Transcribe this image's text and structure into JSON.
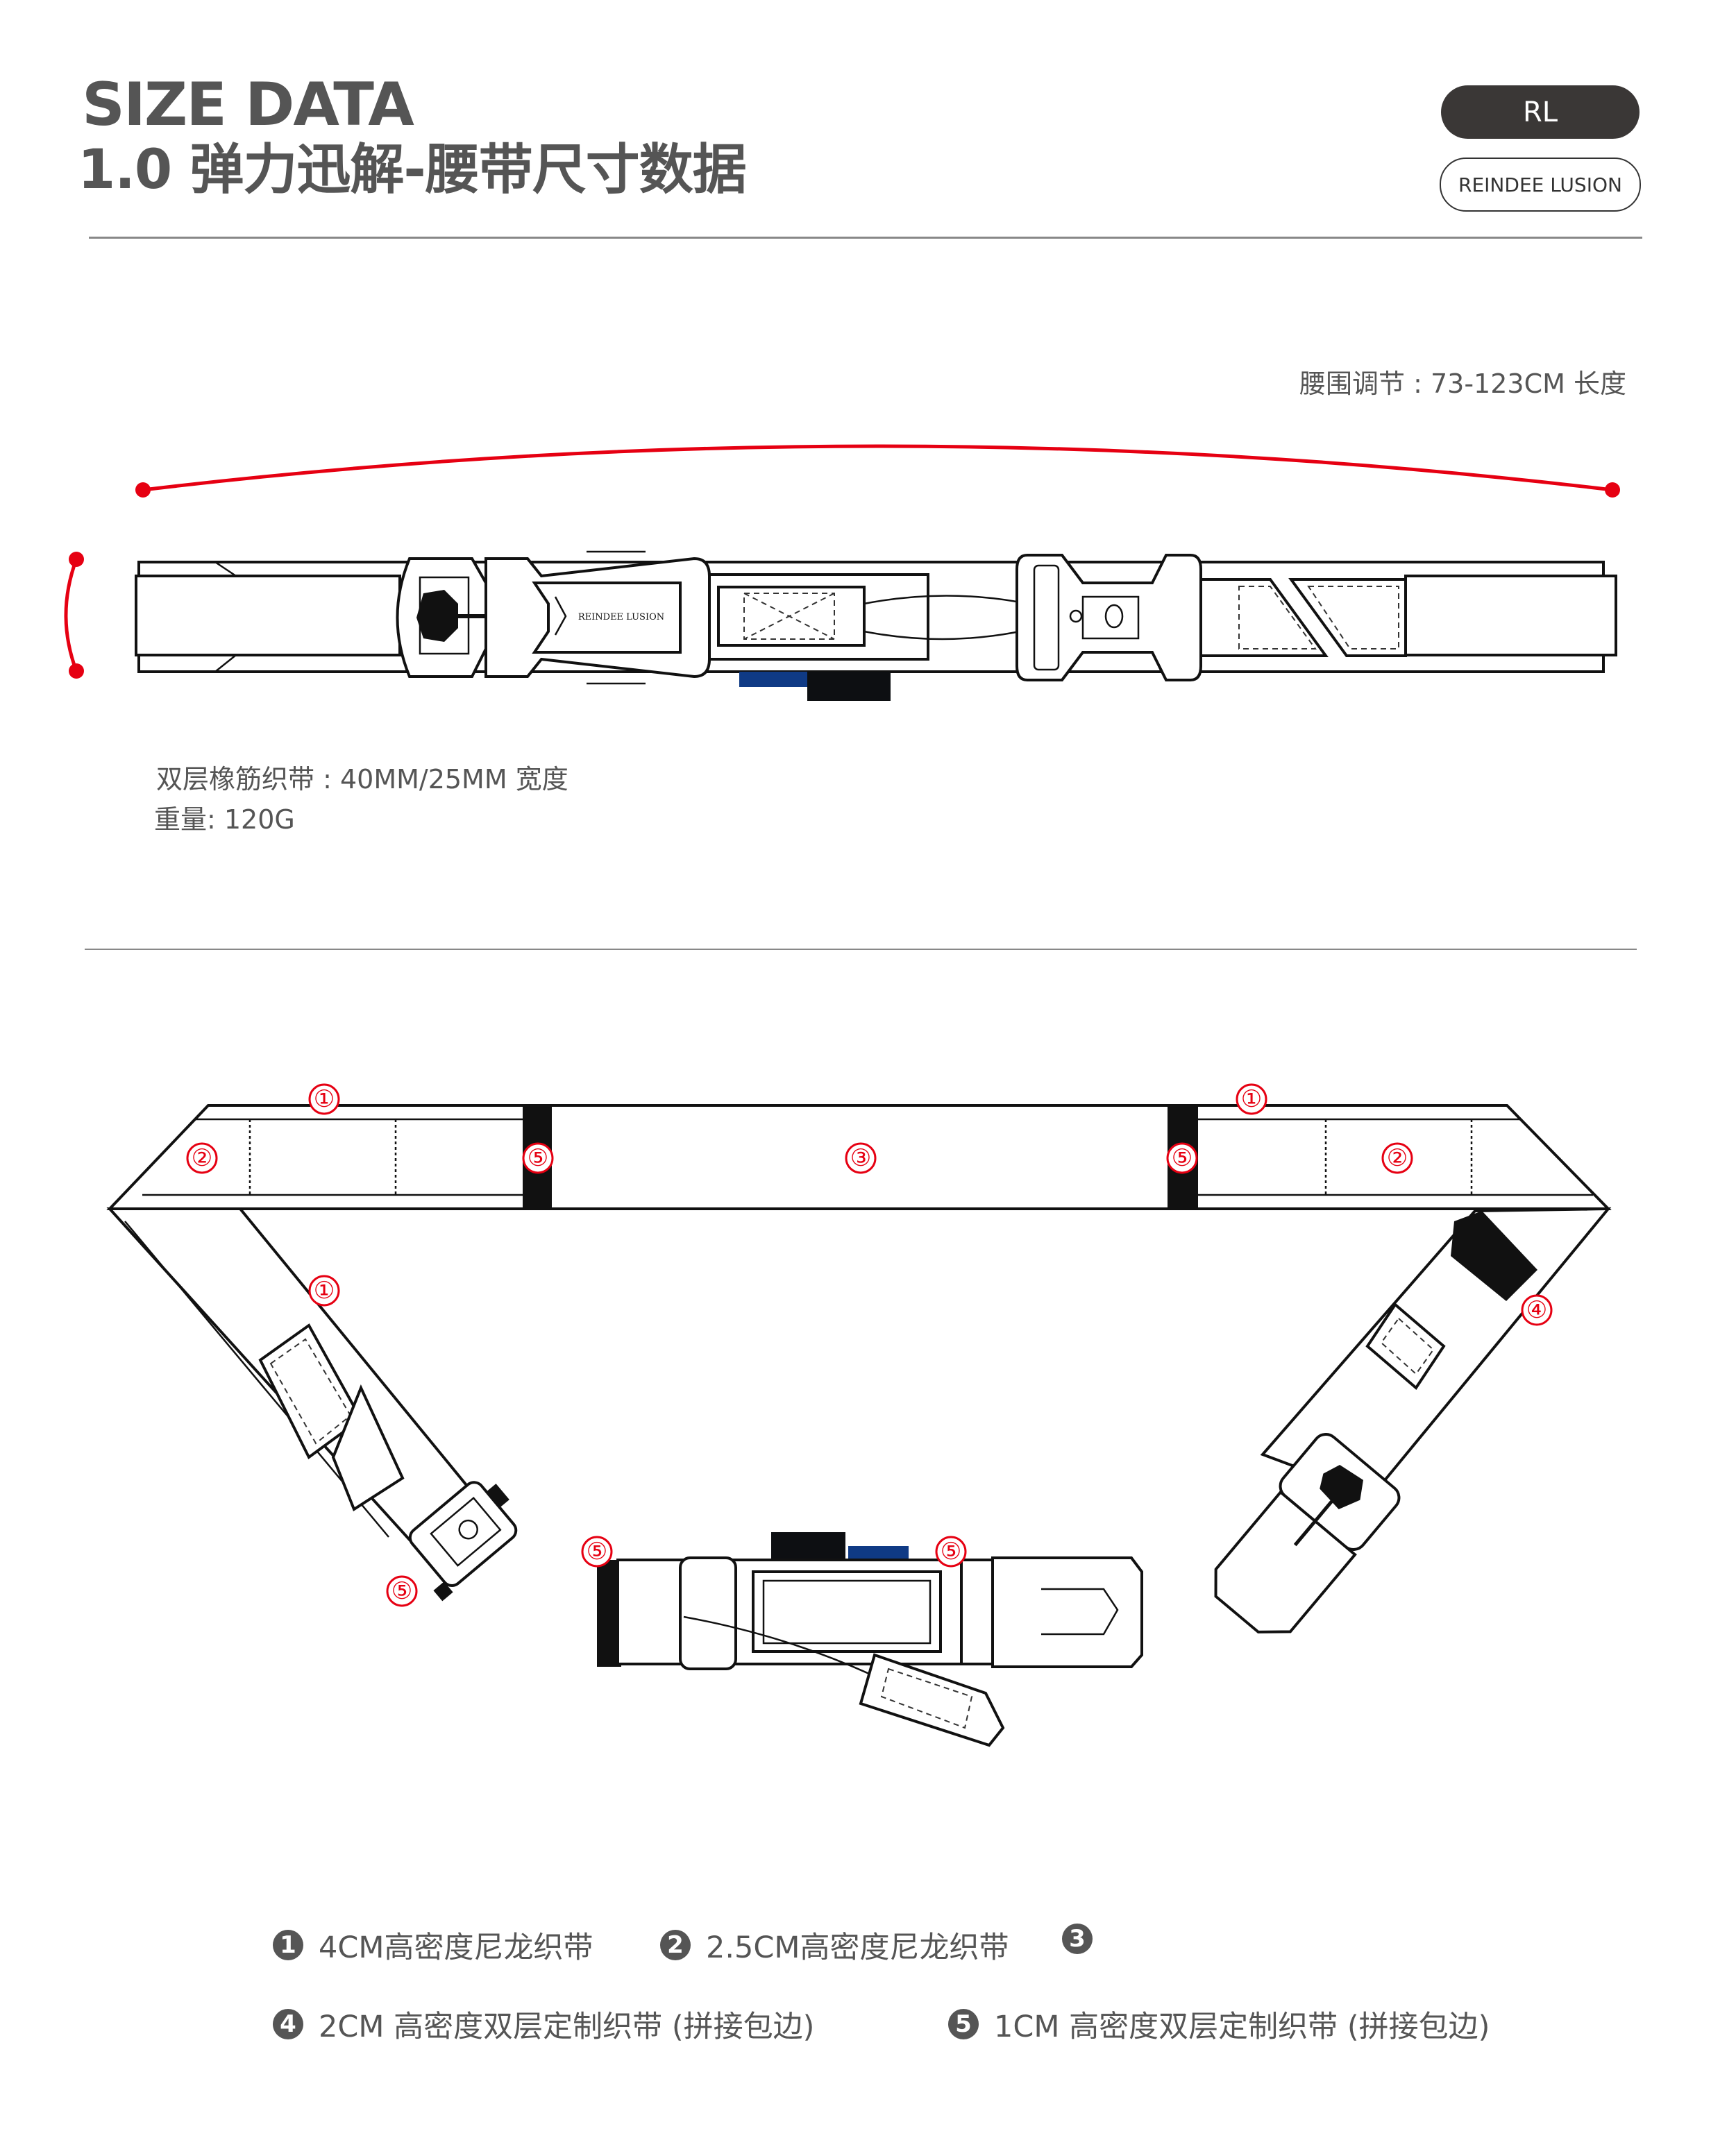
{
  "header": {
    "title_en": "SIZE DATA",
    "title_cn": "1.0 弹力迅解-腰带尺寸数据",
    "badge": "RL",
    "brand": "REINDEE LUSION"
  },
  "specs": {
    "waist": "腰围调节 : 73-123CM 长度",
    "width": "双层橡筋织带 : 40MM/25MM 宽度",
    "weight": "重量:  120G"
  },
  "diagram": {
    "buckle_text": "REINDEE LUSION",
    "labels": [
      "①",
      "②",
      "③",
      "④",
      "⑤"
    ],
    "colors": {
      "accent": "#e60012",
      "navy": "#0f3a85",
      "black": "#0d0f12"
    }
  },
  "legend": [
    {
      "num": "1",
      "text": "4CM高密度尼龙织带"
    },
    {
      "num": "2",
      "text": "2.5CM高密度尼龙织带"
    },
    {
      "num": "3",
      "text": ""
    },
    {
      "num": "4",
      "text": "2CM 高密度双层定制织带 (拼接包边)"
    },
    {
      "num": "5",
      "text": "1CM 高密度双层定制织带 (拼接包边)"
    }
  ]
}
